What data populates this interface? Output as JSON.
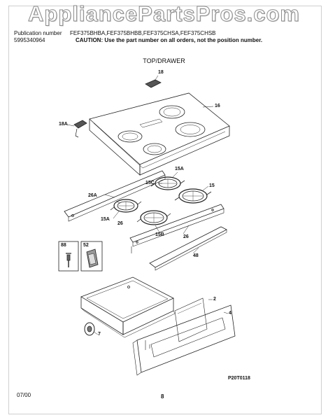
{
  "watermark": "AppliancePartsPros.com",
  "header": {
    "publication_label": "Publication number",
    "publication_number": "5995340964",
    "models": "FEF375BHBA,FEF375BHBB,FEF375CHSA,FEF375CHSB",
    "caution": "CAUTION:  Use the part number on all orders, not the position number."
  },
  "section_title": "TOP/DRAWER",
  "callouts": {
    "c18": "18",
    "c16": "16",
    "c18a": "18A",
    "c15a": "15A",
    "c15c": "15C",
    "c15": "15",
    "c26a": "26A",
    "c15a_2": "15A",
    "c26_1": "26",
    "c15b": "15B",
    "c26_2": "26",
    "c48": "48",
    "c88": "88",
    "c52": "52",
    "c2": "2",
    "c4": "4",
    "c7": "7"
  },
  "drawing_code": "P20T0118",
  "footer": {
    "date": "07/00",
    "page": "8"
  }
}
